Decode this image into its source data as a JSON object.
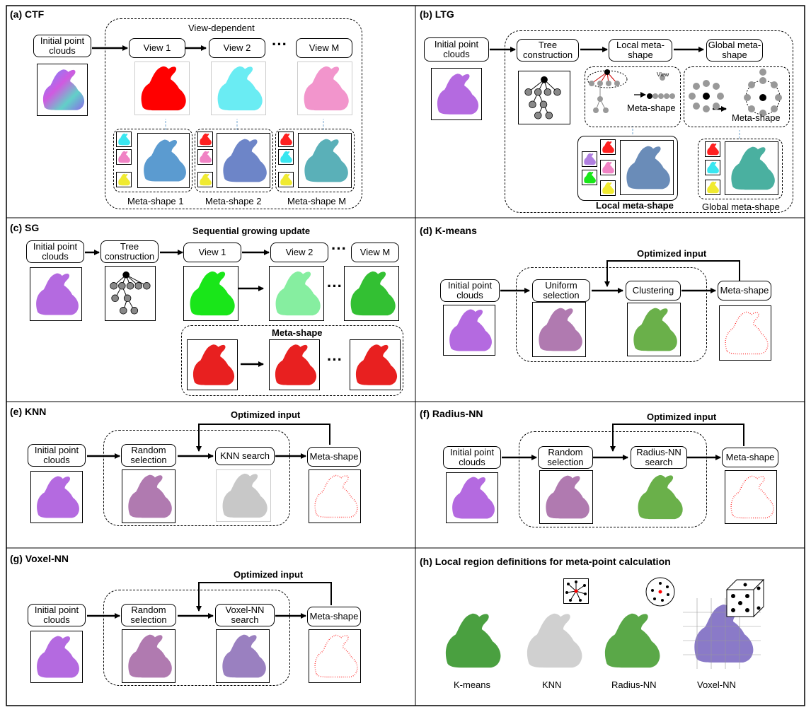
{
  "common": {
    "initial": "Initial point clouds",
    "meta_shape": "Meta-shape",
    "tree": "Tree construction",
    "random_sel": "Random selection",
    "optimized_input": "Optimized input",
    "view1": "View 1",
    "view2": "View 2",
    "viewM": "View M",
    "dots": "···"
  },
  "a": {
    "title": "(a)  CTF",
    "view_dependent": "View-dependent",
    "meta1": "Meta-shape 1",
    "meta2": "Meta-shape 2",
    "metaM": "Meta-shape M"
  },
  "b": {
    "title": "(b) LTG",
    "local": "Local meta-shape",
    "global": "Global meta-shape",
    "view": "View",
    "meta": "Meta-shape",
    "local_bold": "Local meta-shape",
    "global_label": "Global meta-shape"
  },
  "c": {
    "title": "(c) SG",
    "seq": "Sequential growing update",
    "meta": "Meta-shape"
  },
  "d": {
    "title": "(d) K-means",
    "uniform": "Uniform selection",
    "clustering": "Clustering"
  },
  "e": {
    "title": "(e) KNN",
    "search": "KNN search"
  },
  "f": {
    "title": "(f) Radius-NN",
    "search": "Radius-NN search"
  },
  "g": {
    "title": "(g) Voxel-NN",
    "search": "Voxel-NN search"
  },
  "h": {
    "title": "(h) Local region definitions for meta-point calculation",
    "labels": [
      "K-means",
      "KNN",
      "Radius-NN",
      "Voxel-NN"
    ]
  },
  "icons": [
    "bunny-rainbow-icon",
    "bunny-red-icon",
    "bunny-cyan-icon",
    "bunny-pink-icon",
    "bunny-green-icon",
    "bunny-mosaic-icon",
    "bunny-gray-icon",
    "bunny-red-dots-icon",
    "tree-icon",
    "dice-icon"
  ],
  "colors": {
    "red": "#ff0000",
    "cyan": "#39e6f0",
    "pink": "#f083c4",
    "green": "#19e619",
    "mint": "#86eea0"
  }
}
